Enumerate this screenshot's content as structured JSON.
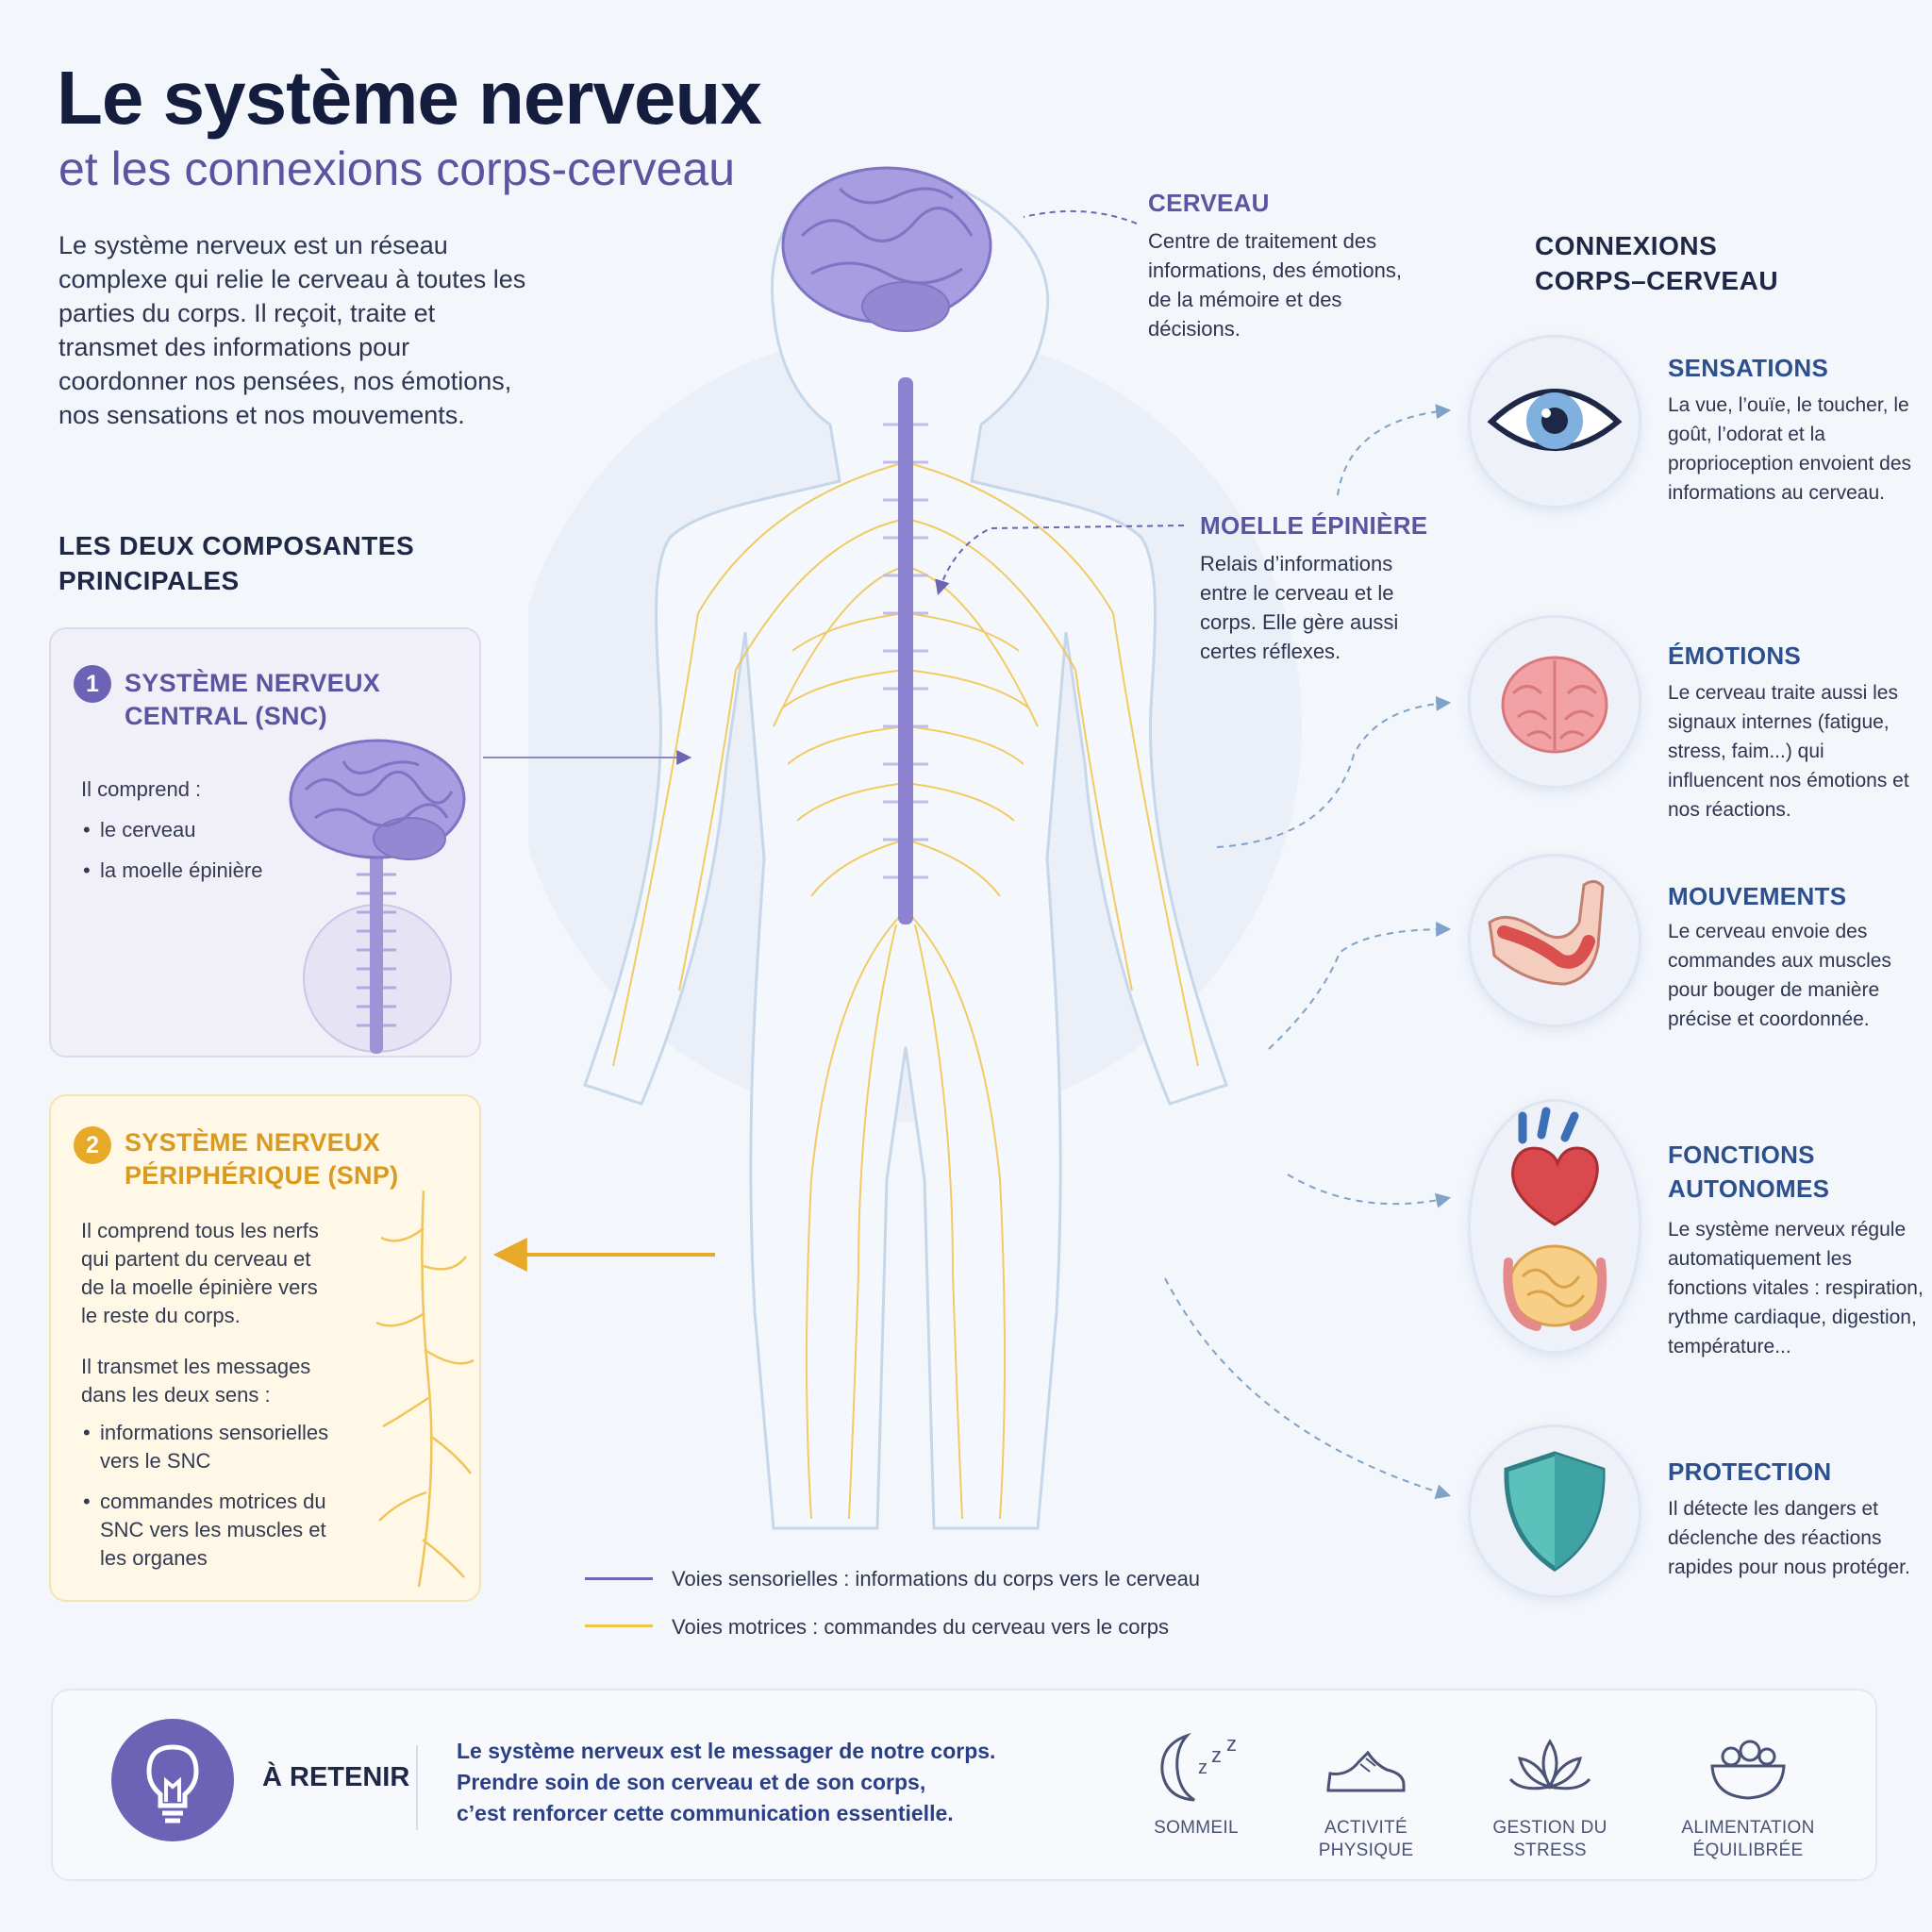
{
  "title": "Le système nerveux",
  "subtitle": "et les connexions corps-cerveau",
  "intro": "Le système nerveux est un réseau complexe qui relie le cerveau à toutes les parties du corps. Il reçoit, traite et transmet des informations pour coordonner nos pensées, nos émotions, nos sensations et nos mouvements.",
  "components": {
    "heading_line1": "LES DEUX COMPOSANTES",
    "heading_line2": "PRINCIPALES",
    "snc": {
      "number": "1",
      "title_line1": "SYSTÈME NERVEUX",
      "title_line2": "CENTRAL (SNC)",
      "intro": "Il comprend :",
      "items": [
        "le cerveau",
        "la moelle épinière"
      ]
    },
    "snp": {
      "number": "2",
      "title_line1": "SYSTÈME NERVEUX",
      "title_line2": "PÉRIPHÉRIQUE (SNP)",
      "text1": "Il comprend tous les nerfs qui partent du cerveau et de la moelle épinière vers le reste du corps.",
      "text2": "Il transmet les messages dans les deux sens :",
      "items": [
        "informations sensorielles vers le SNC",
        "commandes motrices du SNC vers les muscles et les organes"
      ]
    }
  },
  "annotations": {
    "cerveau": {
      "title": "CERVEAU",
      "text": "Centre de traitement des informations, des émotions, de la mémoire et des décisions."
    },
    "moelle": {
      "title": "MOELLE ÉPINIÈRE",
      "text": "Relais d’informations entre le cerveau et le corps. Elle gère aussi certes réflexes."
    }
  },
  "connections": {
    "heading_line1": "CONNEXIONS",
    "heading_line2": "CORPS–CERVEAU",
    "items": [
      {
        "title": "SENSATIONS",
        "text": "La vue, l’ouïe, le toucher, le goût, l’odorat et la proprioception envoient des informations au cerveau.",
        "icon": "eye-icon"
      },
      {
        "title": "ÉMOTIONS",
        "text": "Le cerveau traite aussi les signaux internes (fatigue, stress, faim...) qui influencent nos émotions et nos réactions.",
        "icon": "brain-icon"
      },
      {
        "title": "MOUVEMENTS",
        "text": "Le cerveau envoie des commandes aux muscles pour bouger de manière précise et coordonnée.",
        "icon": "arm-muscle-icon"
      },
      {
        "title_line1": "FONCTIONS",
        "title_line2": "AUTONOMES",
        "text": "Le système nerveux régule automatiquement les fonctions vitales : respiration, rythme cardiaque, digestion, température...",
        "icon": "heart-digestive-icon"
      },
      {
        "title": "PROTECTION",
        "text": "Il détecte les dangers et déclenche des réactions rapides pour nous protéger.",
        "icon": "shield-icon"
      }
    ]
  },
  "legend": {
    "sensory": "Voies sensorielles : informations du corps vers le cerveau",
    "motor": "Voies motrices : commandes du cerveau vers le corps",
    "sensory_color": "#6d66b0",
    "motor_color": "#f2c24a"
  },
  "footer": {
    "label": "À RETENIR",
    "message_line1": "Le système nerveux est le messager de notre corps.",
    "message_line2": "Prendre soin de son cerveau et de son corps,",
    "message_line3": "c’est renforcer cette communication essentielle.",
    "habits": [
      {
        "line1": "SOMMEIL",
        "line2": "",
        "icon": "moon-sleep-icon"
      },
      {
        "line1": "ACTIVITÉ",
        "line2": "PHYSIQUE",
        "icon": "sneaker-icon"
      },
      {
        "line1": "GESTION DU",
        "line2": "STRESS",
        "icon": "lotus-icon"
      },
      {
        "line1": "ALIMENTATION",
        "line2": "ÉQUILIBRÉE",
        "icon": "salad-bowl-icon"
      }
    ]
  },
  "colors": {
    "accent": "#6c62b6",
    "nerve_yellow": "#f2c24a",
    "title_navy": "#151d3f",
    "connection_blue": "#2c4f8d"
  }
}
